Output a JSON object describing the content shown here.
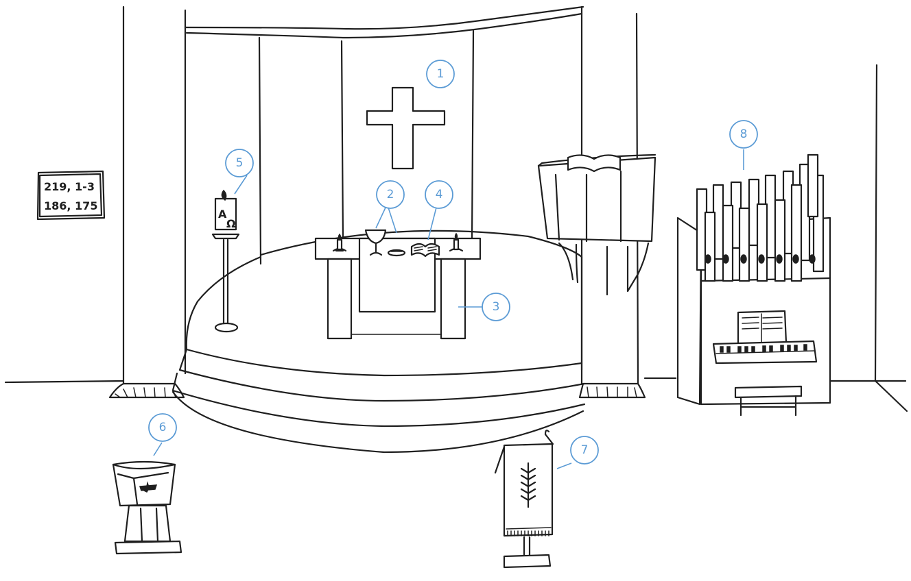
{
  "hymn_board": {
    "line1": "219, 1-3",
    "line2": "186, 175"
  },
  "paschal_candle_marks": {
    "alpha": "A",
    "omega": "Ω"
  },
  "callouts": [
    {
      "id": "callout-1",
      "label": "1"
    },
    {
      "id": "callout-2",
      "label": "2"
    },
    {
      "id": "callout-3",
      "label": "3"
    },
    {
      "id": "callout-4",
      "label": "4"
    },
    {
      "id": "callout-5",
      "label": "5"
    },
    {
      "id": "callout-6",
      "label": "6"
    },
    {
      "id": "callout-7",
      "label": "7"
    },
    {
      "id": "callout-8",
      "label": "8"
    }
  ],
  "colors": {
    "callout": "#5b9bd5",
    "ink": "#1f1f1f"
  }
}
